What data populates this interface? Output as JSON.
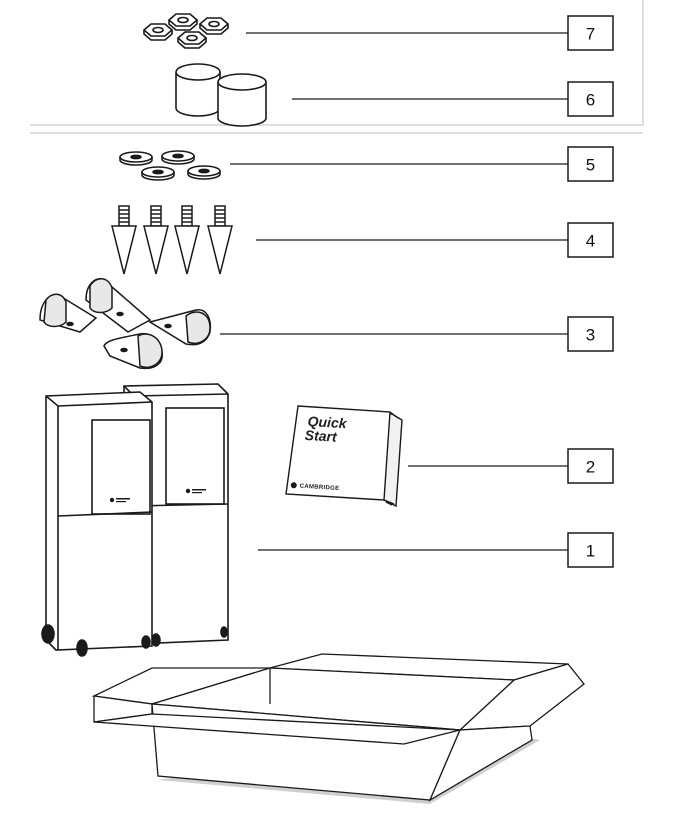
{
  "callouts": {
    "c7": "7",
    "c6": "6",
    "c5": "5",
    "c4": "4",
    "c3": "3",
    "c2": "2",
    "c1": "1"
  },
  "booklet": {
    "title_line1": "Quick",
    "title_line2": "Start",
    "brand": "CAMBRIDGE"
  },
  "colors": {
    "stroke": "#1a1a1a",
    "divider": "#bdbdbd",
    "box_shadow": "#cfcfcf"
  }
}
